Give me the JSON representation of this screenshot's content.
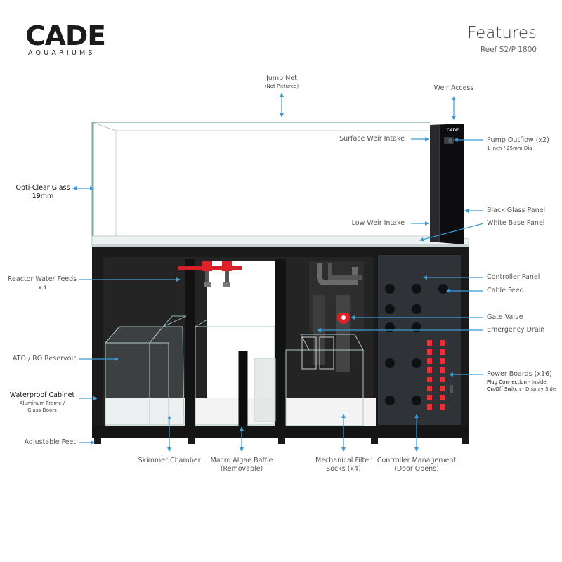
{
  "brand": {
    "logo_text": "CADE",
    "logo_subtext": "AQUARIUMS"
  },
  "header": {
    "title": "Features",
    "subtitle": "Reef S2/P 1800"
  },
  "tank": {
    "logo_small": "CADE"
  },
  "colors": {
    "arrow": "#3a9bd5",
    "valve_red": "#e0212a",
    "cabinet": "#1a1a1a",
    "glass_edge": "#7fa9a6",
    "led_red": "#e8323a"
  },
  "labels": {
    "jump_net": "Jump Net",
    "jump_net_sub": "(Not Pictured)",
    "weir_access": "Weir Access",
    "surface_weir": "Surface Weir Intake",
    "pump_outflow": "Pump Outflow (x2)",
    "pump_outflow_sub": "1 inch / 25mm Dia",
    "opti_clear_1": "Opti-Clear Glass",
    "opti_clear_2": "19mm",
    "black_glass": "Black Glass Panel",
    "low_weir": "Low Weir Intake",
    "white_base": "White Base Panel",
    "reactor_1": "Reactor Water Feeds",
    "reactor_2": "x3",
    "controller_panel": "Controller Panel",
    "cable_feed": "Cable Feed",
    "gate_valve": "Gate Valve",
    "emergency_drain": "Emergency Drain",
    "ato": "ATO / RO Reservoir",
    "power_boards": "Power Boards (x16)",
    "plug_connection": "Plug Connection",
    "plug_connection_note": "- Inside",
    "onoff_switch": "On/Off Switch",
    "onoff_switch_note": "- Display Side",
    "waterproof": "Waterproof Cabinet",
    "waterproof_sub_1": "Aluminum Frame /",
    "waterproof_sub_2": "Glass Doors",
    "adjustable_feet": "Adjustable Feet",
    "skimmer": "Skimmer Chamber",
    "macro_1": "Macro Algae Baffle",
    "macro_2": "(Removable)",
    "mech_1": "Mechanical Filter",
    "mech_2": "Socks (x4)",
    "ctrl_mgmt_1": "Controller Management",
    "ctrl_mgmt_2": "(Door Opens)"
  }
}
